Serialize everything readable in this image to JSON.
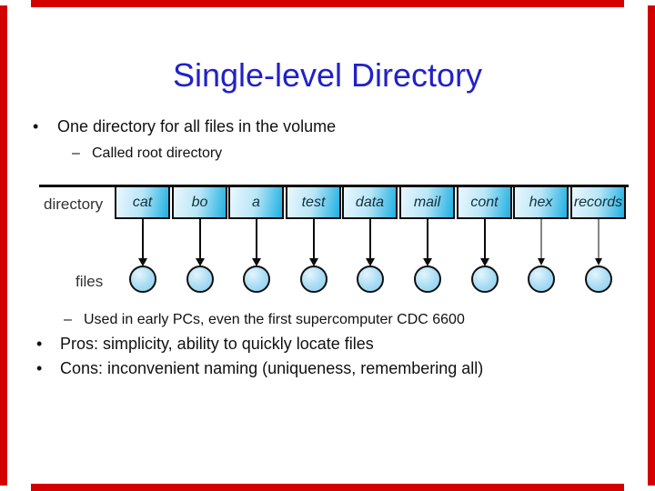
{
  "slide": {
    "title": "Single-level Directory",
    "bullets": [
      {
        "marker": "•",
        "text": "One directory for all files in the volume"
      },
      {
        "marker": "–",
        "text": "Called root directory"
      },
      {
        "marker": "–",
        "text": "Used in early PCs, even the first supercomputer CDC 6600"
      },
      {
        "marker": "•",
        "text": "Pros: simplicity, ability to quickly locate files"
      },
      {
        "marker": "•",
        "text": "Cons: inconvenient naming (uniqueness, remembering all)"
      }
    ]
  },
  "diagram": {
    "row_label": "directory",
    "files_label": "files",
    "entries": [
      "cat",
      "bo",
      "a",
      "test",
      "data",
      "mail",
      "cont",
      "hex",
      "records"
    ]
  },
  "colors": {
    "border": "#d40000",
    "title": "#2121c8",
    "box_start": "#e9f7fd",
    "box_end": "#1fb0e2",
    "circle": "#a8dcf4"
  }
}
